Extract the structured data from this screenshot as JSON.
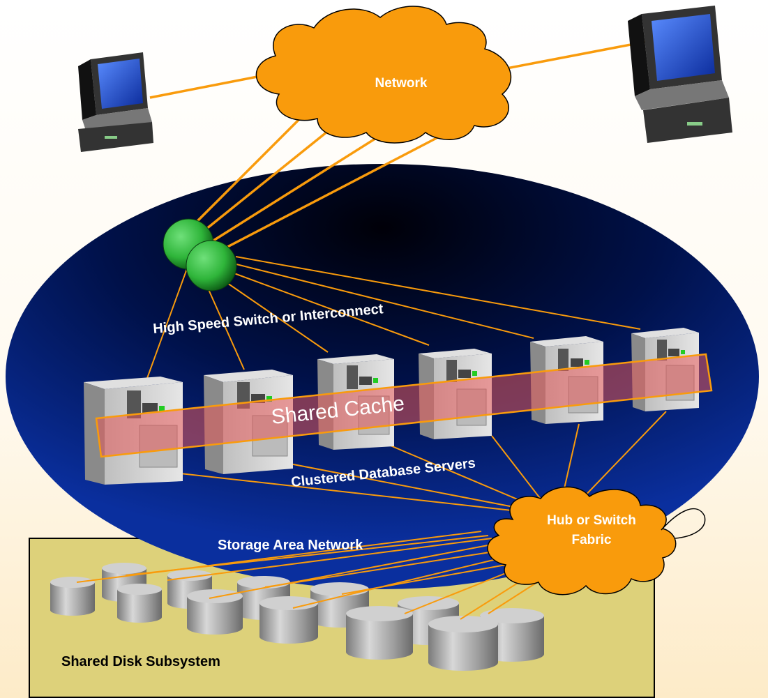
{
  "labels": {
    "network": "Network",
    "high_speed_switch": "High Speed Switch or Interconnect",
    "shared_cache": "Shared Cache",
    "clustered_servers": "Clustered Database Servers",
    "hub_switch_line1": "Hub or Switch",
    "hub_switch_line2": "Fabric",
    "storage_area_network": "Storage Area Network",
    "shared_disk": "Shared Disk Subsystem"
  },
  "colors": {
    "cloud": "#f99b0c",
    "link": "#f99b0c",
    "cluster_outer": "#001a6e",
    "cluster_inner": "#000010",
    "switch_node": "#2fb53a",
    "disk_box": "#ddd17a",
    "server_body": "#c8c8c8",
    "cache_band": "rgba(230,90,90,0.55)"
  }
}
